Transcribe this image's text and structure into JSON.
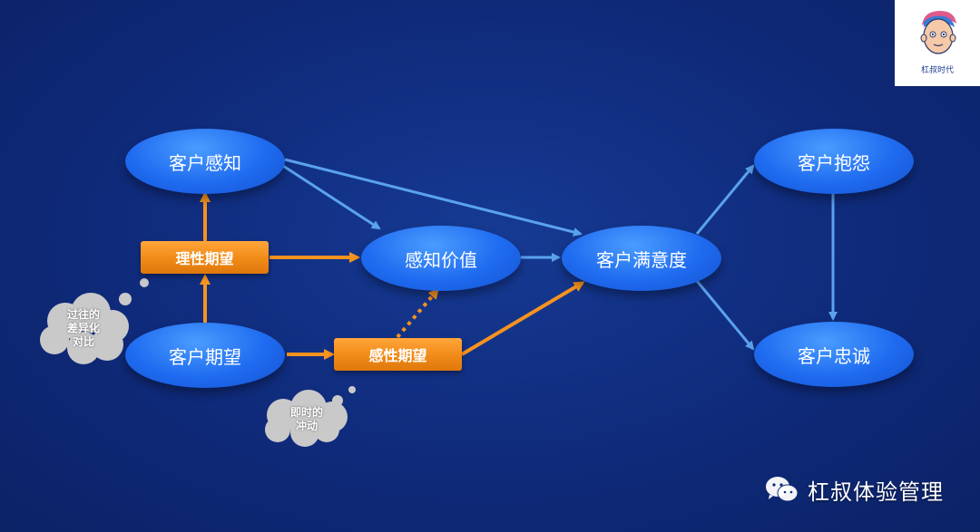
{
  "nodes": {
    "customer_perception": "客户感知",
    "customer_expectation": "客户期望",
    "perceived_value": "感知价值",
    "customer_satisfaction": "客户满意度",
    "customer_complaint": "客户抱怨",
    "customer_loyalty": "客户忠诚"
  },
  "boxes": {
    "rational_expectation": "理性期望",
    "emotional_expectation": "感性期望"
  },
  "clouds": {
    "past_comparison": [
      "过往的",
      "差异化",
      "对比"
    ],
    "instant_impulse": [
      "即时的",
      "冲动"
    ]
  },
  "logo": {
    "name": "杠叔时代",
    "icon": "cartoon-face-icon"
  },
  "watermark": {
    "text": "杠叔体验管理",
    "icon": "wechat-icon"
  },
  "colors": {
    "background": "#0f2a7a",
    "node_blue": "#1f6bf0",
    "arrow_blue": "#5aa2ee",
    "arrow_orange": "#f7931e",
    "box_orange": "#f08a17",
    "cloud_gray": "#c9c9c9"
  }
}
